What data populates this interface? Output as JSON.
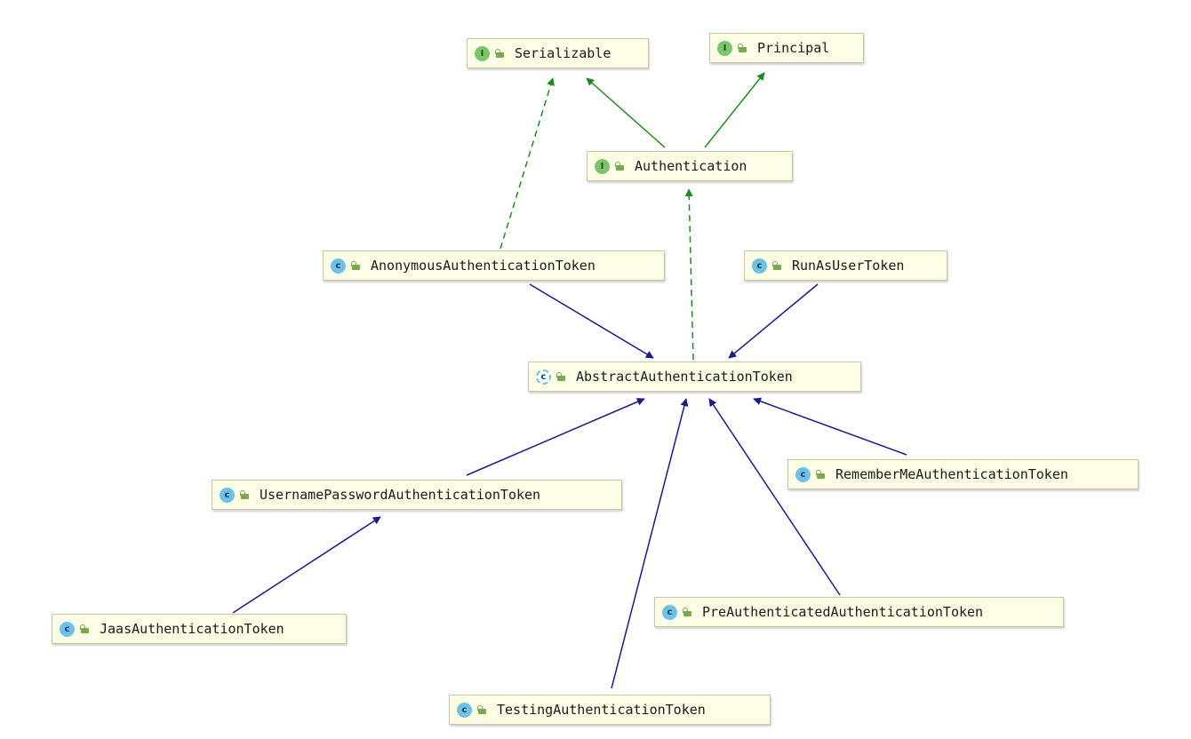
{
  "diagram": {
    "nodes": [
      {
        "id": "serializable",
        "name": "Serializable",
        "kind": "interface",
        "badge": "I"
      },
      {
        "id": "principal",
        "name": "Principal",
        "kind": "interface",
        "badge": "I"
      },
      {
        "id": "authentication",
        "name": "Authentication",
        "kind": "interface",
        "badge": "I"
      },
      {
        "id": "anonymous",
        "name": "AnonymousAuthenticationToken",
        "kind": "class",
        "badge": "c"
      },
      {
        "id": "runas",
        "name": "RunAsUserToken",
        "kind": "class",
        "badge": "c"
      },
      {
        "id": "abstract",
        "name": "AbstractAuthenticationToken",
        "kind": "abstract",
        "badge": "c"
      },
      {
        "id": "rememberme",
        "name": "RememberMeAuthenticationToken",
        "kind": "class",
        "badge": "c"
      },
      {
        "id": "usernamepassword",
        "name": "UsernamePasswordAuthenticationToken",
        "kind": "class",
        "badge": "c"
      },
      {
        "id": "jaas",
        "name": "JaasAuthenticationToken",
        "kind": "class",
        "badge": "c"
      },
      {
        "id": "preauth",
        "name": "PreAuthenticatedAuthenticationToken",
        "kind": "class",
        "badge": "c"
      },
      {
        "id": "testing",
        "name": "TestingAuthenticationToken",
        "kind": "class",
        "badge": "c"
      }
    ],
    "edges": [
      {
        "from": "authentication",
        "to": "serializable",
        "type": "extends-interface"
      },
      {
        "from": "authentication",
        "to": "principal",
        "type": "extends-interface"
      },
      {
        "from": "anonymous",
        "to": "serializable",
        "type": "implements"
      },
      {
        "from": "abstract",
        "to": "authentication",
        "type": "implements"
      },
      {
        "from": "anonymous",
        "to": "abstract",
        "type": "extends"
      },
      {
        "from": "runas",
        "to": "abstract",
        "type": "extends"
      },
      {
        "from": "usernamepassword",
        "to": "abstract",
        "type": "extends"
      },
      {
        "from": "testing",
        "to": "abstract",
        "type": "extends"
      },
      {
        "from": "preauth",
        "to": "abstract",
        "type": "extends"
      },
      {
        "from": "rememberme",
        "to": "abstract",
        "type": "extends"
      },
      {
        "from": "jaas",
        "to": "usernamepassword",
        "type": "extends"
      }
    ],
    "colors": {
      "class_edge": "#1a1a8c",
      "interface_edge": "#1f8a1f"
    }
  }
}
